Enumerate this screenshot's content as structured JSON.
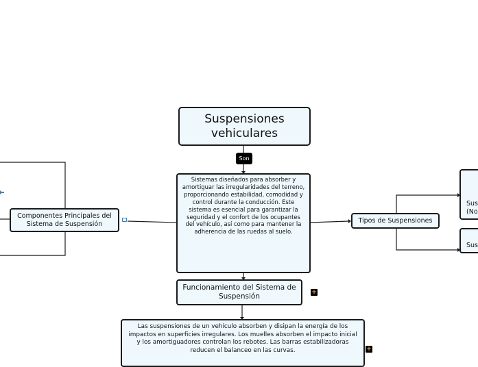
{
  "root": {
    "title": "Suspensiones vehiculares"
  },
  "connector_label": "Son",
  "definition": "Sistemas diseñados para absorber y amortiguar las irregularidades del terreno, proporcionando estabilidad, comodidad y control durante la conducción. Este sistema es esencial para garantizar la seguridad y el confort de los ocupantes del vehículo, así como para mantener la adherencia de las ruedas al suelo.",
  "components": {
    "title": "Componentes Principales del Sistema de Suspensión"
  },
  "types": {
    "title": "Tipos de Suspensiones",
    "children": [
      {
        "title": "Sus\n(No"
      },
      {
        "title": "Susp"
      }
    ]
  },
  "operation": {
    "title": "Funcionamiento del Sistema de Suspensión",
    "description": "Las suspensiones de un vehículo absorben y disipan la energía de los impactos en superficies irregulares. Los muelles absorben el impacto inicial y los amortiguadores controlan los rebotes. Las barras estabilizadoras reducen el balanceo en las curvas."
  },
  "colors": {
    "node_fill": "#eef8fd",
    "border": "#1a1a1a",
    "label_bg": "#000000",
    "accent": "#f4a04a"
  }
}
